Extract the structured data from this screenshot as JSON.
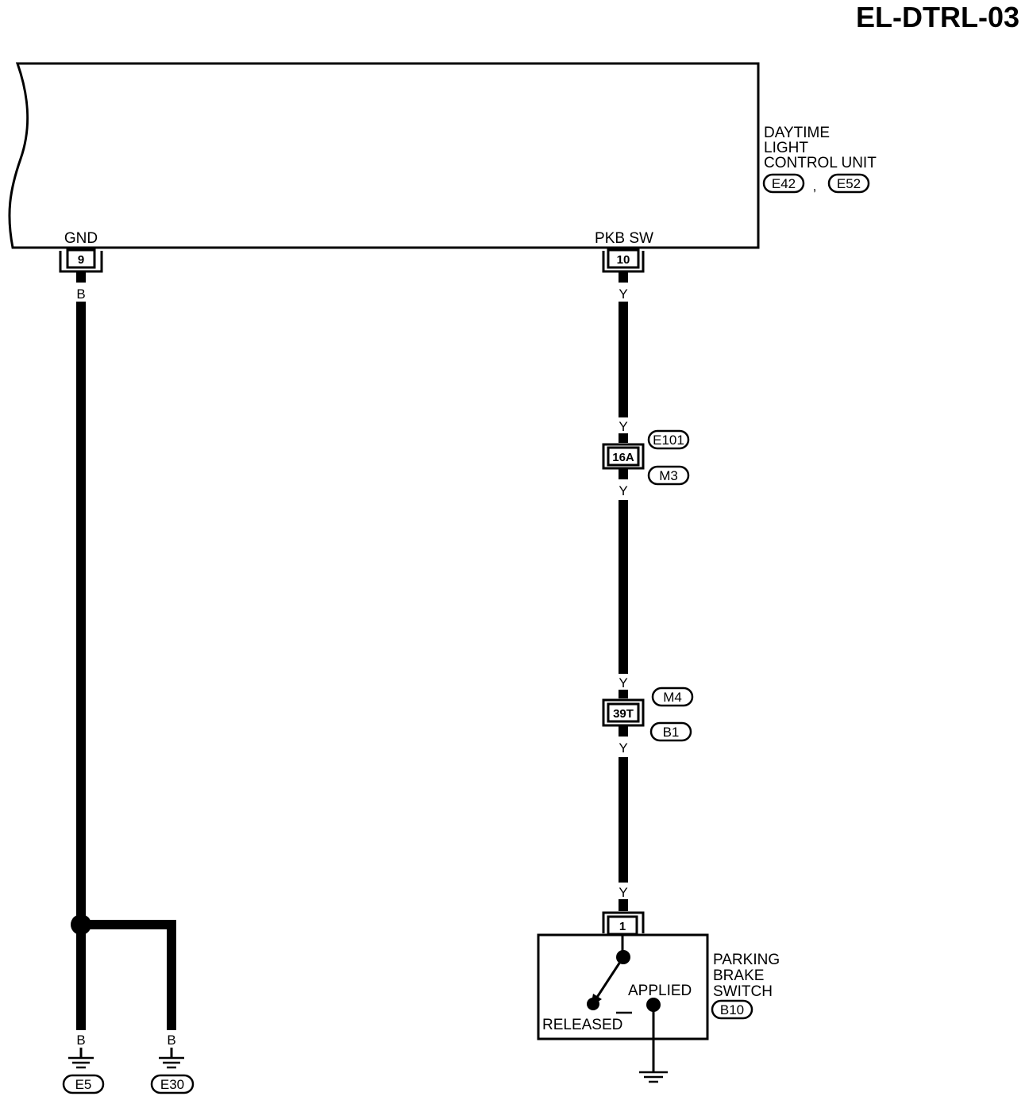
{
  "diagram_id": "EL-DTRL-03",
  "control_unit": {
    "name_lines": [
      "DAYTIME",
      "LIGHT",
      "CONTROL UNIT"
    ],
    "connectors": [
      "E42",
      "E52"
    ],
    "connector_separator": ","
  },
  "terminals": {
    "gnd": {
      "label": "GND",
      "pin": "9"
    },
    "pkb": {
      "label": "PKB SW",
      "pin": "10"
    }
  },
  "wire_colors": {
    "ground": "B",
    "parking_brake": "Y"
  },
  "inline_connectors": [
    {
      "pin": "16A",
      "connector_top": "E101",
      "connector_bottom": "M3"
    },
    {
      "pin": "39T",
      "connector_top": "M4",
      "connector_bottom": "B1"
    }
  ],
  "grounds": [
    "E5",
    "E30"
  ],
  "parking_brake_switch": {
    "name_lines": [
      "PARKING",
      "BRAKE",
      "SWITCH"
    ],
    "connector": "B10",
    "pin": "1",
    "state_applied": "APPLIED",
    "state_released": "RELEASED"
  },
  "colors": {
    "ink": "#000000",
    "paper": "#ffffff"
  }
}
